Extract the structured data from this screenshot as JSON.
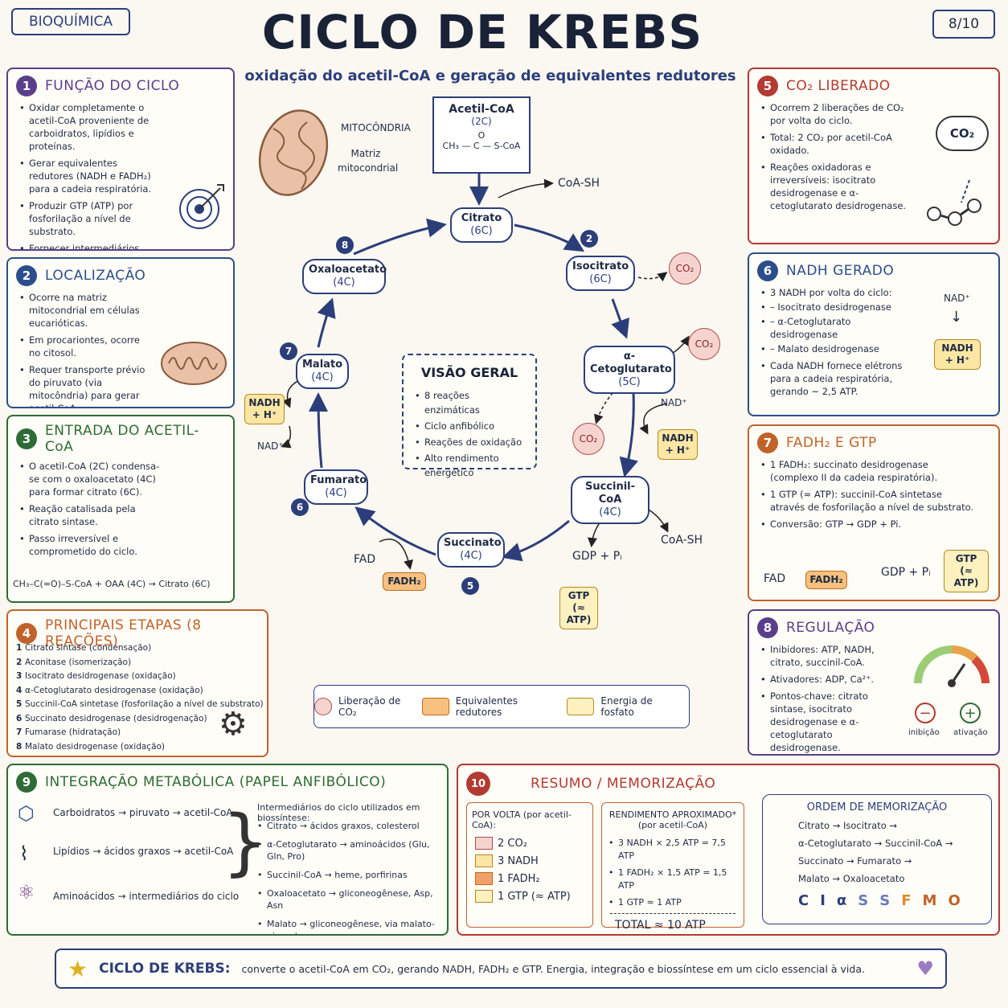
{
  "header": {
    "tag": "BIOQUÍMICA",
    "title": "CICLO DE KREBS",
    "subtitle": "oxidação do acetil-CoA e geração de equivalentes redutores",
    "page": "8/10"
  },
  "mito": {
    "label": "MITOCÔNDRIA",
    "matrix": "Matriz mitocondrial"
  },
  "p1": {
    "n": "1",
    "title": "FUNÇÃO DO CICLO",
    "items": [
      "Oxidar completamente o acetil-CoA proveniente de carboidratos, lipídios e proteínas.",
      "Gerar equivalentes redutores (NADH e FADH₂) para a cadeia respiratória.",
      "Produzir GTP (ATP) por fosforilação a nível de substrato.",
      "Fornecer intermediários para biossíntese (papel anfibólico)."
    ]
  },
  "p2": {
    "n": "2",
    "title": "LOCALIZAÇÃO",
    "items": [
      "Ocorre na matriz mitocondrial em células eucarióticas.",
      "Em procariontes, ocorre no citosol.",
      "Requer transporte prévio do piruvato (via mitocôndria) para gerar acetil-CoA."
    ]
  },
  "p3": {
    "n": "3",
    "title": "ENTRADA DO ACETIL-CoA",
    "items": [
      "O acetil-CoA (2C) condensa-se com o oxaloacetato (4C) para formar citrato (6C).",
      "Reação catalisada pela citrato sintase.",
      "Passo irreversível e comprometido do ciclo."
    ],
    "eq": "CH₃–C(=O)–S-CoA  +  OAA (4C)  →  Citrato (6C)"
  },
  "p4": {
    "n": "4",
    "title": "PRINCIPAIS ETAPAS (8 REAÇÕES)",
    "items": [
      "Citrato sintase (condensação)",
      "Aconitase (isomerização)",
      "Isocitrato desidrogenase (oxidação)",
      "α-Cetoglutarato desidrogenase (oxidação)",
      "Succinil-CoA sintetase (fosforilação a nível de substrato)",
      "Succinato desidrogenase (desidrogenação)",
      "Fumarase (hidratação)",
      "Malato desidrogenase (oxidação)"
    ]
  },
  "p5": {
    "n": "5",
    "title": "CO₂ LIBERADO",
    "items": [
      "Ocorrem 2 liberações de CO₂ por volta do ciclo.",
      "Total: 2 CO₂ por acetil-CoA oxidado.",
      "Reações oxidadoras e irreversíveis: isocitrato desidrogenase e α-cetoglutarato desidrogenase."
    ],
    "cloud": "CO₂"
  },
  "p6": {
    "n": "6",
    "title": "NADH GERADO",
    "items": [
      "3 NADH por volta do ciclo:",
      "– Isocitrato desidrogenase",
      "– α-Cetoglutarato desidrogenase",
      "– Malato desidrogenase",
      "Cada NADH fornece elétrons para a cadeia respiratória, gerando ~ 2,5 ATP."
    ],
    "nadp": "NAD⁺",
    "nadh": "NADH + H⁺"
  },
  "p7": {
    "n": "7",
    "title": "FADH₂ E GTP",
    "items": [
      "1 FADH₂: succinato desidrogenase (complexo II da cadeia respiratória).",
      "1 GTP (≈ ATP): succinil-CoA sintetase através de fosforilação a nível de substrato.",
      "Conversão: GTP → GDP + Pi."
    ],
    "fad": "FAD",
    "fadh2": "FADH₂",
    "gdp": "GDP + Pᵢ",
    "gtp": "GTP (≈ ATP)"
  },
  "p8": {
    "n": "8",
    "title": "REGULAÇÃO",
    "items": [
      "Inibidores: ATP, NADH, citrato, succinil-CoA.",
      "Ativadores: ADP, Ca²⁺.",
      "Pontos-chave: citrato sintase, isocitrato desidrogenase e α-cetoglutarato desidrogenase."
    ],
    "inib": "inibição",
    "ativ": "ativação"
  },
  "p9": {
    "n": "9",
    "title": "INTEGRAÇÃO METABÓLICA (PAPEL ANFIBÓLICO)",
    "left": [
      "Carboidratos → piruvato → acetil-CoA",
      "Lipídios → ácidos graxos → acetil-CoA",
      "Aminoácidos → intermediários do ciclo"
    ],
    "head": "Intermediários do ciclo utilizados em biossíntese:",
    "right": [
      "Citrato → ácidos graxos, colesterol",
      "α-Cetoglutarato → aminoácidos (Glu, Gln, Pro)",
      "Succinil-CoA → heme, porfirinas",
      "Oxaloacetato → gliconeogênese, Asp, Asn",
      "Malato → gliconeogênese, via malato-piruvato"
    ]
  },
  "p10": {
    "n": "10",
    "title": "RESUMO / MEMORIZAÇÃO",
    "pv_title": "POR VOLTA (por acetil-CoA):",
    "pv": [
      "2 CO₂",
      "3 NADH",
      "1 FADH₂",
      "1 GTP (≈ ATP)"
    ],
    "rend_title": "RENDIMENTO APROXIMADO*",
    "rend_sub": "(por acetil-CoA)",
    "rend": [
      "3 NADH × 2,5 ATP = 7,5 ATP",
      "1 FADH₂ × 1,5 ATP = 1,5 ATP",
      "1 GTP ≈ 1 ATP"
    ],
    "total": "TOTAL  ≈  10 ATP",
    "ord_title": "ORDEM DE MEMORIZAÇÃO",
    "ord": [
      "Citrato → Isocitrato →",
      "α-Cetoglutarato → Succinil-CoA →",
      "Succinato → Fumarato →",
      "Malato → Oxaloacetato"
    ],
    "mnemo": [
      "C",
      "I",
      "α",
      "S",
      "S",
      "F",
      "M",
      "O"
    ]
  },
  "cycle": {
    "acetyl": "Acetil-CoA",
    "acetyl_c": "(2C)",
    "acetyl_f": "CH₃ — C — S-CoA",
    "acetyl_o": "O",
    "coash": "CoA-SH",
    "coash2": "CoA-SH",
    "nodes": [
      {
        "n": "Citrato",
        "c": "(6C)"
      },
      {
        "n": "Isocitrato",
        "c": "(6C)"
      },
      {
        "n": "α-Cetoglutarato",
        "c": "(5C)"
      },
      {
        "n": "Succinil-CoA",
        "c": "(4C)"
      },
      {
        "n": "Succinato",
        "c": "(4C)"
      },
      {
        "n": "Fumarato",
        "c": "(4C)"
      },
      {
        "n": "Malato",
        "c": "(4C)"
      },
      {
        "n": "Oxaloacetato",
        "c": "(4C)"
      }
    ],
    "steps": [
      "2",
      "5",
      "6",
      "7",
      "8"
    ],
    "co2": "CO₂",
    "nadp": "NAD⁺",
    "nadh": "NADH + H⁺",
    "fad": "FAD",
    "fadh2": "FADH₂",
    "gdp": "GDP + Pᵢ",
    "gtp": "GTP (≈ ATP)",
    "overview_title": "VISÃO GERAL",
    "overview": [
      "8 reações enzimáticas",
      "Ciclo anfibólico",
      "Reações de oxidação",
      "Alto rendimento energético"
    ]
  },
  "legend": [
    "Liberação de CO₂",
    "Equivalentes redutores",
    "Energia de fosfato"
  ],
  "footer": {
    "label": "CICLO DE KREBS:",
    "text": "converte o acetil-CoA em CO₂, gerando NADH, FADH₂ e GTP. Energia, integração e biossíntese em um ciclo essencial à vida."
  },
  "colors": {
    "purple": "#5a3e8a",
    "blue": "#2c4e8a",
    "green": "#2f6b36",
    "orange": "#c0622a",
    "red": "#b23a32",
    "navy": "#2c3e7a"
  }
}
